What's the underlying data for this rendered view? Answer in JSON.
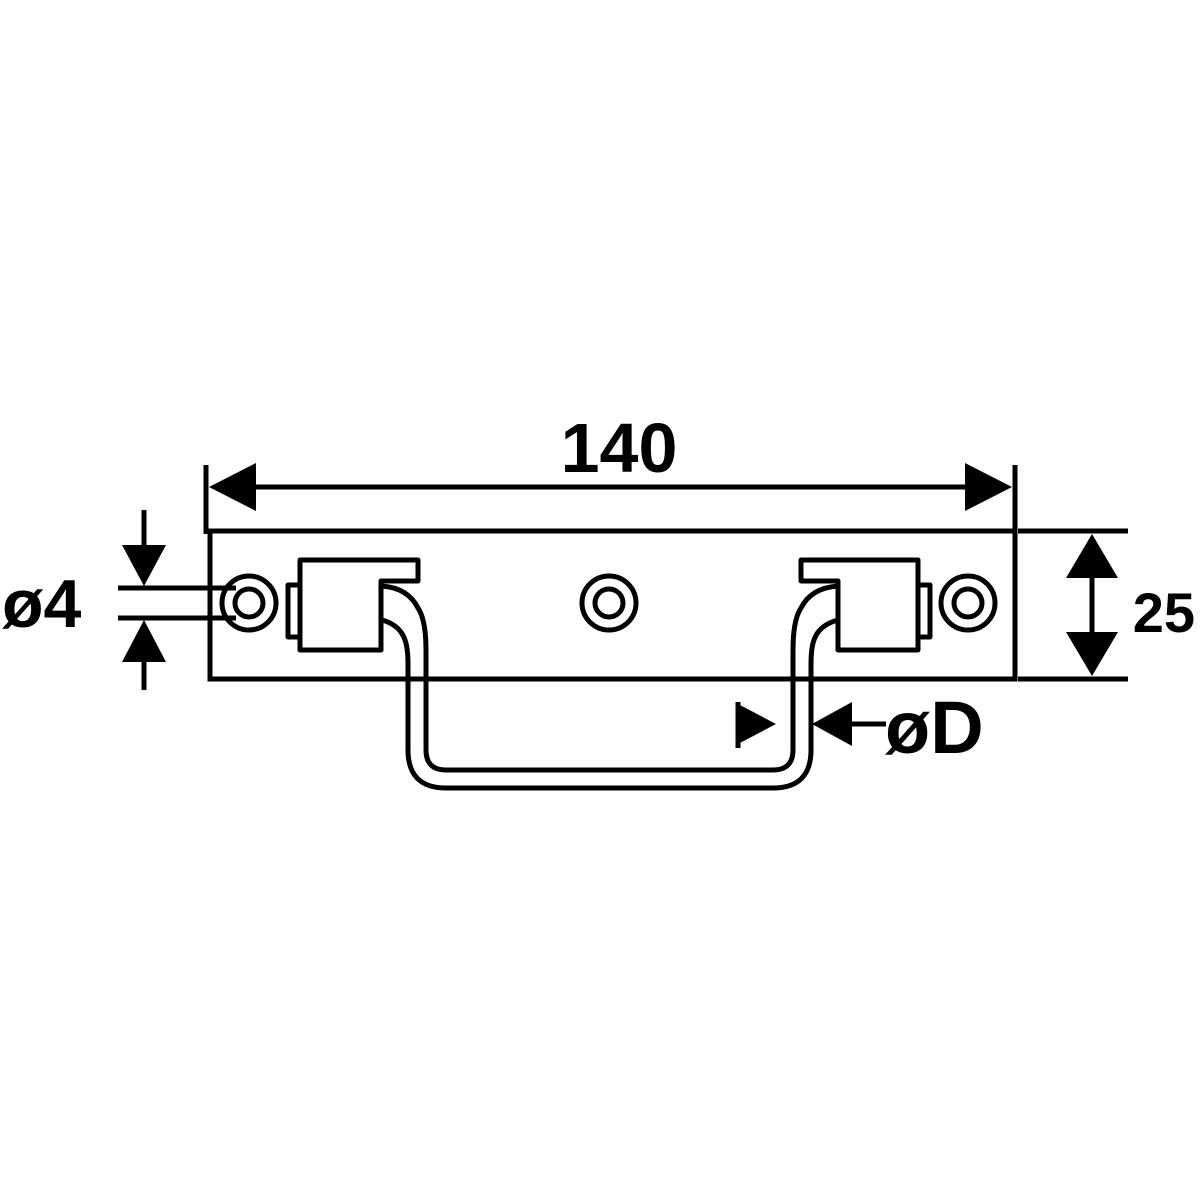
{
  "drawing": {
    "colors": {
      "line": "#000000",
      "background": "#ffffff"
    },
    "dimensions": {
      "length": "140",
      "height": "25",
      "hole_diameter": "ø4",
      "handle_diameter": "øD"
    }
  }
}
